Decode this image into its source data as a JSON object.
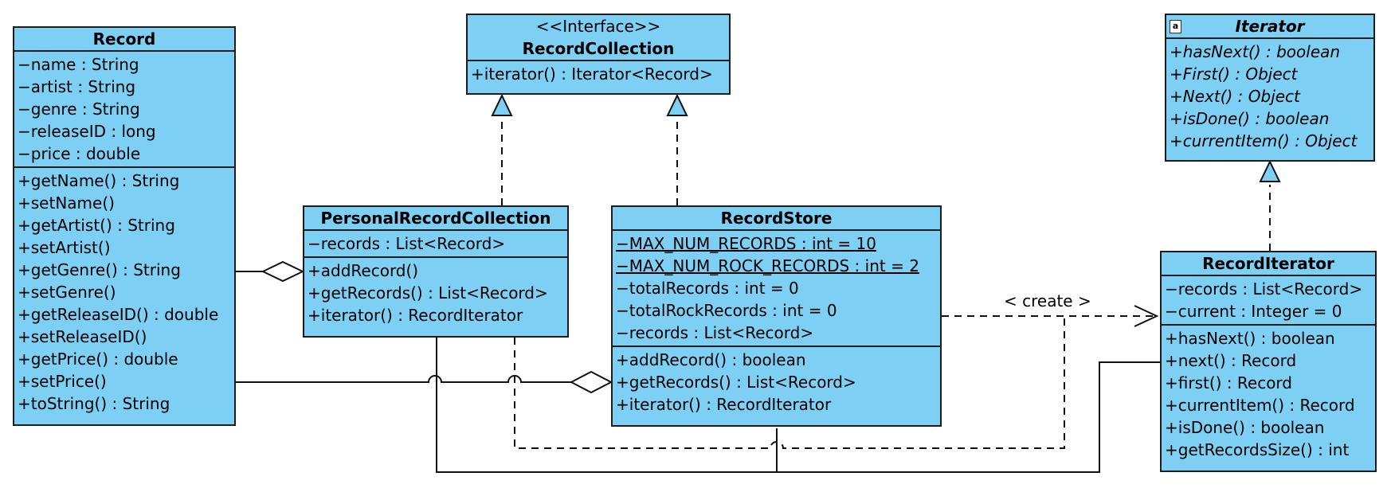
{
  "classes": {
    "record": {
      "name": "Record",
      "attributes": [
        "−name : String",
        "−artist : String",
        "−genre : String",
        "−releaseID : long",
        "−price : double"
      ],
      "operations": [
        "+getName() : String",
        "+setName()",
        "+getArtist() : String",
        "+setArtist()",
        "+getGenre() : String",
        "+setGenre()",
        "+getReleaseID() : double",
        "+setReleaseID()",
        "+getPrice() : double",
        "+setPrice()",
        "+toString() : String"
      ]
    },
    "record_collection": {
      "stereotype": "<<Interface>>",
      "name": "RecordCollection",
      "operations": [
        "+iterator() : Iterator<Record>"
      ]
    },
    "iterator": {
      "abstract_mark": "a",
      "name": "Iterator",
      "operations": [
        "+hasNext() : boolean",
        "+First() : Object",
        "+Next() : Object",
        "+isDone() : boolean",
        "+currentItem() : Object"
      ]
    },
    "personal_record_collection": {
      "name": "PersonalRecordCollection",
      "attributes": [
        "−records : List<Record>"
      ],
      "operations": [
        "+addRecord()",
        "+getRecords() : List<Record>",
        "+iterator() : RecordIterator"
      ]
    },
    "record_store": {
      "name": "RecordStore",
      "static_attributes": [
        "−MAX_NUM_RECORDS : int = 10",
        "−MAX_NUM_ROCK_RECORDS : int = 2"
      ],
      "attributes": [
        "−totalRecords : int = 0",
        "−totalRockRecords : int = 0",
        "−records : List<Record>"
      ],
      "operations": [
        "+addRecord() : boolean",
        "+getRecords() : List<Record>",
        "+iterator() : RecordIterator"
      ]
    },
    "record_iterator": {
      "name": "RecordIterator",
      "attributes": [
        "−records : List<Record>",
        "−current : Integer = 0"
      ],
      "operations": [
        "+hasNext() : boolean",
        "+next() : Record",
        "+first() : Record",
        "+currentItem() : Record",
        "+isDone() : boolean",
        "+getRecordsSize() : int"
      ]
    }
  },
  "relations": {
    "create_label": "< create >"
  },
  "colors": {
    "class_fill": "#7dcff3",
    "border": "#1c1c1c"
  }
}
